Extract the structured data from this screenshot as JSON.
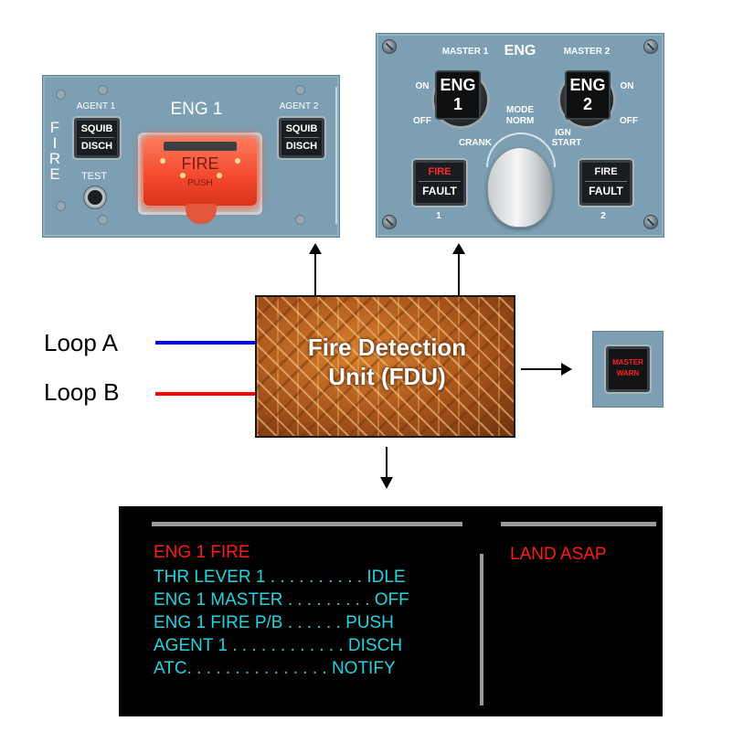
{
  "eng1_panel": {
    "side_label": "FIRE",
    "title": "ENG 1",
    "agent1_label": "AGENT 1",
    "agent2_label": "AGENT 2",
    "squib": "SQUIB",
    "disch": "DISCH",
    "test_label": "TEST",
    "fire_button": {
      "top": "FIRE",
      "bottom": "PUSH"
    }
  },
  "eng_master_panel": {
    "title": "ENG",
    "master1": "MASTER 1",
    "master2": "MASTER 2",
    "eng1_cap": [
      "ENG",
      "1"
    ],
    "eng2_cap": [
      "ENG",
      "2"
    ],
    "on": "ON",
    "off": "OFF",
    "mode_label": [
      "MODE",
      "NORM"
    ],
    "crank": "CRANK",
    "ign_start": [
      "IGN",
      "START"
    ],
    "fire_fault_1": {
      "top": "FIRE",
      "bottom": "FAULT",
      "index": "1"
    },
    "fire_fault_2": {
      "top": "FIRE",
      "bottom": "FAULT",
      "index": "2"
    }
  },
  "loops": {
    "loop_a": "Loop A",
    "loop_b": "Loop B",
    "colors": {
      "loop_a": "#0000ff",
      "loop_b": "#ff0000"
    }
  },
  "fdu": {
    "line1": "Fire Detection",
    "line2": "Unit (FDU)"
  },
  "master_warn": {
    "line1": "MASTER",
    "line2": "WARN"
  },
  "ecam": {
    "title": "ENG 1 FIRE",
    "procedures": [
      "THR LEVER 1 . . . . . . . . . . IDLE",
      "ENG 1 MASTER . . . . . . . . . OFF",
      "ENG 1 FIRE P/B . . . . . . PUSH",
      "AGENT 1 . . . . . . . . . . . . DISCH",
      "ATC. . . . . . . . . . . . . . . NOTIFY"
    ],
    "right_message": "LAND ASAP",
    "colors": {
      "title": "#ff1a1a",
      "procedure": "#22d3e0",
      "right": "#ff1a1a"
    }
  }
}
